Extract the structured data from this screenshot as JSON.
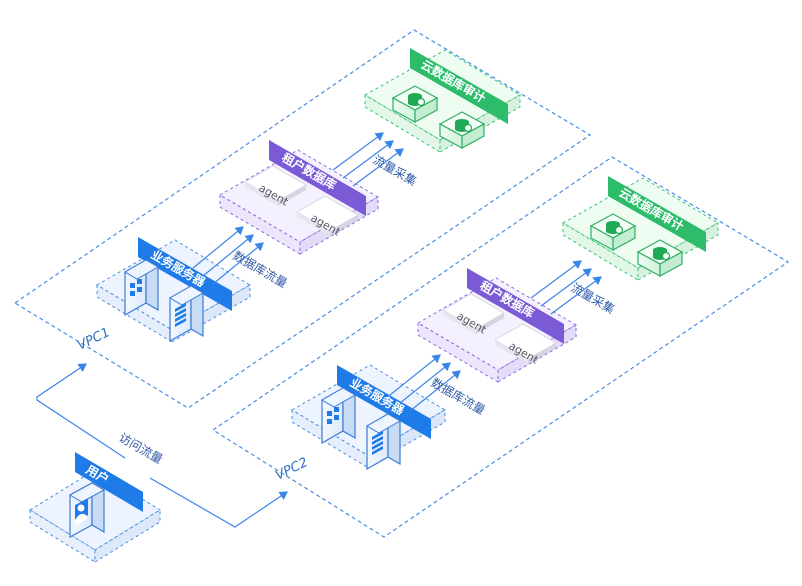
{
  "colors": {
    "vpc_border": "#4a8fe0",
    "business_blue": "#1e7be8",
    "tenant_purple": "#7b5ad6",
    "audit_green": "#2dbd6a",
    "user_blue": "#1e7be8",
    "arrow": "#3a86e8"
  },
  "labels": {
    "vpc1": "VPC1",
    "vpc2": "VPC2",
    "user": "用户",
    "access_traffic": "访问流量",
    "biz_server_1": "业务服务器",
    "biz_server_2": "业务服务器",
    "db_traffic_1": "数据库流量",
    "db_traffic_2": "数据库流量",
    "tenant_db_1": "租户数据库",
    "tenant_db_2": "租户数据库",
    "traffic_collect_1": "流量采集",
    "traffic_collect_2": "流量采集",
    "cloud_audit_1": "云数据库审计",
    "cloud_audit_2": "云数据库审计",
    "agent_1a": "agent",
    "agent_1b": "agent",
    "agent_2a": "agent",
    "agent_2b": "agent"
  },
  "icons": {
    "server_a": "server-grid-icon",
    "server_b": "server-list-icon",
    "audit_box": "database-audit-icon",
    "user": "user-profile-icon"
  }
}
